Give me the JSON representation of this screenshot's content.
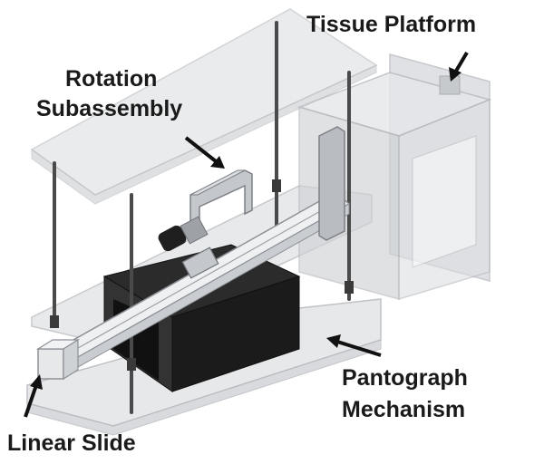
{
  "figure": {
    "labels": {
      "tissue_platform": "Tissue Platform",
      "rotation_line1": "Rotation",
      "rotation_line2": "Subassembly",
      "pantograph_line1": "Pantograph",
      "pantograph_line2": "Mechanism",
      "linear_slide": "Linear Slide"
    },
    "colors": {
      "glass_panel": "#d9dbde",
      "glass_edge": "#b5b8bc",
      "dark_block": "#1e1e1e",
      "rail": "#e4e6e8",
      "bracket": "#bfc3c7",
      "text": "#1a1a1a"
    }
  }
}
